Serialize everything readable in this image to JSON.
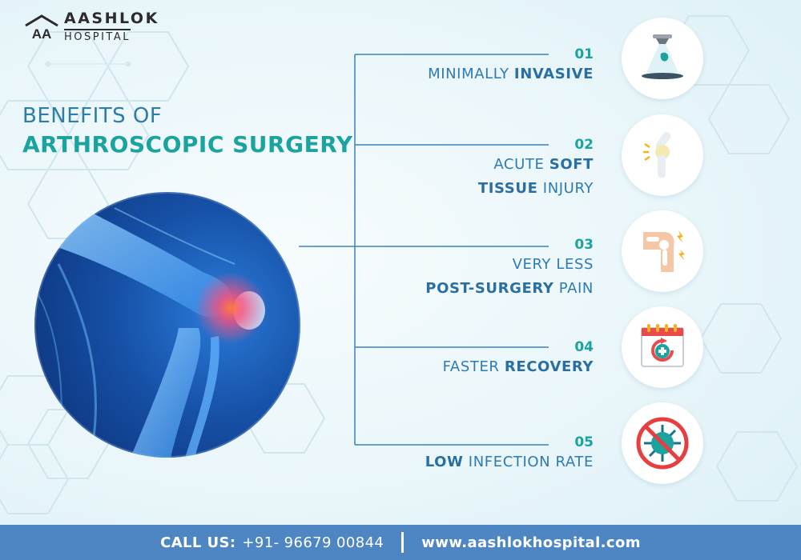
{
  "brand": {
    "logo_letters": "AA",
    "name_line1": "AASHLOK",
    "name_line2": "HOSPITAL"
  },
  "heading": {
    "line1": "BENEFITS OF",
    "line2": "ARTHROSCOPIC SURGERY"
  },
  "benefits": [
    {
      "number": "01",
      "line1_normal": "MINIMALLY ",
      "line1_bold": "INVASIVE",
      "icon": "surgery-light-icon"
    },
    {
      "number": "02",
      "line1_normal": "ACUTE ",
      "line1_bold": "SOFT ",
      "line2_bold": "TISSUE",
      "line2_normal": " INJURY",
      "icon": "knee-joint-injury-icon"
    },
    {
      "number": "03",
      "line1_normal": "VERY LESS ",
      "line2_bold": "POST-SURGERY",
      "line2_normal": " PAIN",
      "icon": "knee-pain-icon"
    },
    {
      "number": "04",
      "line1_normal": "FASTER ",
      "line1_bold": "RECOVERY",
      "icon": "calendar-recovery-icon"
    },
    {
      "number": "05",
      "line1_bold": "LOW",
      "line1_normal": " INFECTION RATE",
      "icon": "no-virus-icon"
    }
  ],
  "footer": {
    "call_label": "CALL US:",
    "phone": "+91- 96679 00844",
    "website": "www.aashlokhospital.com"
  },
  "colors": {
    "accent_teal": "#1aa39f",
    "accent_blue": "#2d7bb0",
    "footer_bg": "#4d86c3"
  }
}
